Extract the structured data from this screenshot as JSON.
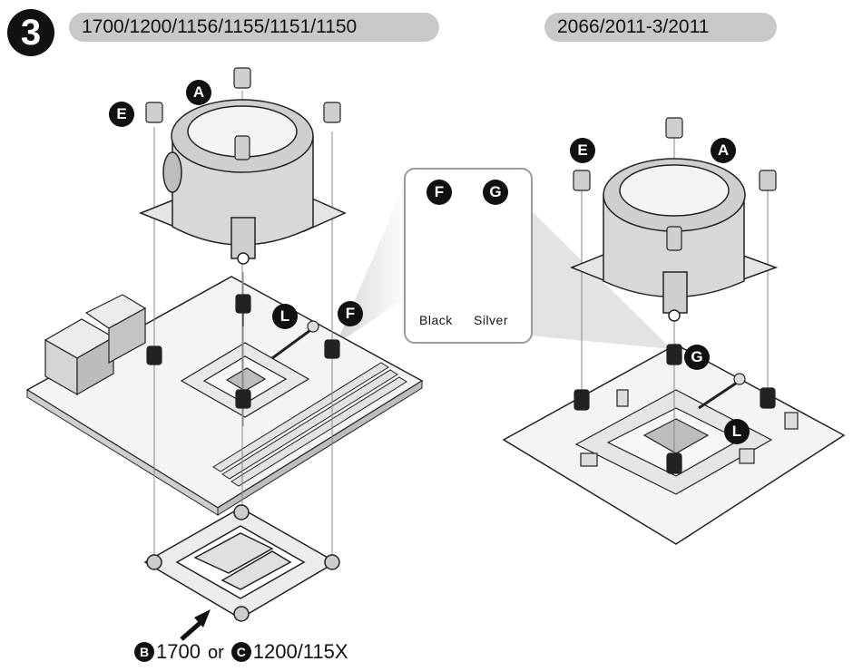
{
  "step": "3",
  "headers": {
    "left": "1700/1200/1156/1155/1151/1150",
    "right": "2066/2011-3/2011"
  },
  "markers": {
    "left_A": "A",
    "left_E": "E",
    "left_L": "L",
    "left_F": "F",
    "callout_F": "F",
    "callout_G": "G",
    "right_E": "E",
    "right_A": "A",
    "right_G": "G",
    "right_L": "L"
  },
  "callout": {
    "black_label": "Black",
    "silver_label": "Silver"
  },
  "caption": {
    "b_marker": "B",
    "b_text": "1700",
    "or_text": "or",
    "c_marker": "C",
    "c_text": "1200/115X"
  },
  "colors": {
    "ink": "#111111",
    "pill": "#c8c8c8",
    "metal": "#d9d9d9",
    "shade": "#9a9a9a"
  }
}
